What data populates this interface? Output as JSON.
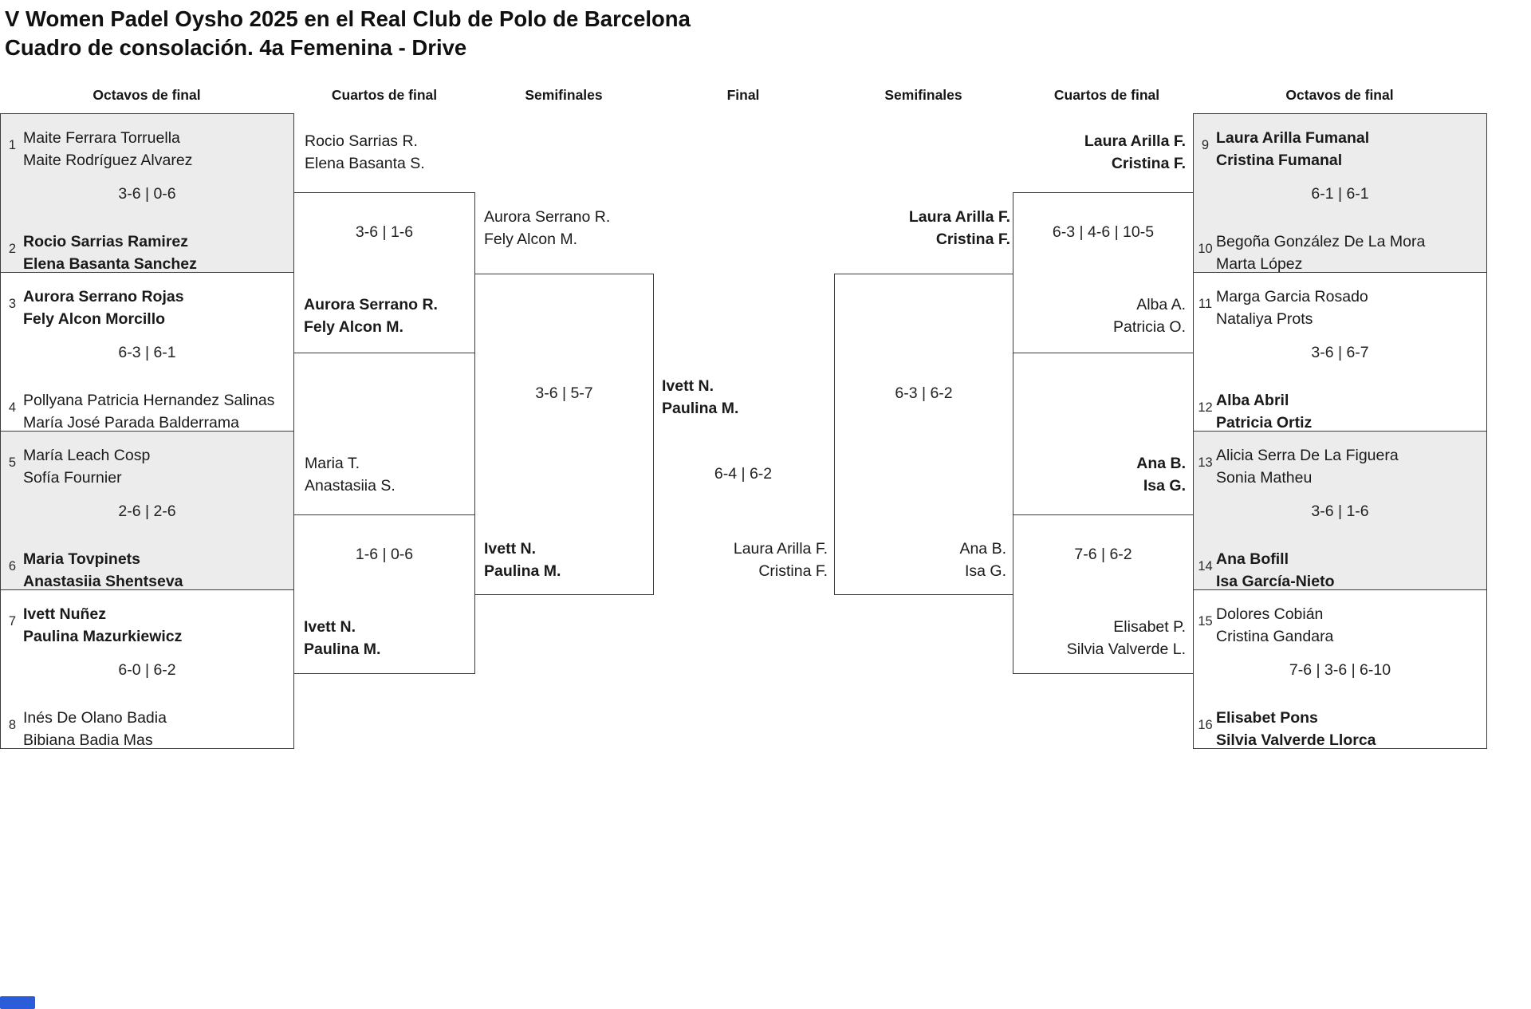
{
  "title": {
    "line1": "V Women Padel Oysho 2025 en el Real Club de Polo de Barcelona",
    "line2": "Cuadro de consolación. 4a Femenina - Drive"
  },
  "round_headers": [
    "Octavos de final",
    "Cuartos de final",
    "Semifinales",
    "Final",
    "Semifinales",
    "Cuartos de final",
    "Octavos de final"
  ],
  "colors": {
    "shaded_box": "#ececec",
    "border": "#3b3b3b",
    "status_stub": "#2b5cd9"
  },
  "bracket": {
    "r16_left": [
      {
        "seed_top": "1",
        "top": [
          "Maite Ferrara Torruella",
          "Maite Rodríguez Alvarez"
        ],
        "score": "3-6 | 0-6",
        "seed_bottom": "2",
        "bottom": [
          "Rocio Sarrias Ramirez",
          "Elena Basanta Sanchez"
        ]
      },
      {
        "seed_top": "3",
        "top": [
          "Aurora Serrano Rojas",
          "Fely Alcon Morcillo"
        ],
        "score": "6-3 | 6-1",
        "seed_bottom": "4",
        "bottom": [
          "Pollyana Patricia Hernandez Salinas",
          "María José Parada Balderrama"
        ]
      },
      {
        "seed_top": "5",
        "top": [
          "María Leach Cosp",
          "Sofía Fournier"
        ],
        "score": "2-6 | 2-6",
        "seed_bottom": "6",
        "bottom": [
          "Maria Tovpinets",
          "Anastasiia Shentseva"
        ]
      },
      {
        "seed_top": "7",
        "top": [
          "Ivett Nuñez",
          "Paulina Mazurkiewicz"
        ],
        "score": "6-0 | 6-2",
        "seed_bottom": "8",
        "bottom": [
          "Inés De Olano Badia",
          "Bibiana Badia Mas"
        ]
      }
    ],
    "r16_right": [
      {
        "seed_top": "9",
        "top": [
          "Laura Arilla Fumanal",
          "Cristina Fumanal"
        ],
        "score": "6-1 | 6-1",
        "seed_bottom": "10",
        "bottom": [
          "Begoña González De La Mora",
          "Marta López"
        ]
      },
      {
        "seed_top": "11",
        "top": [
          "Marga Garcia Rosado",
          "Nataliya Prots"
        ],
        "score": "3-6 | 6-7",
        "seed_bottom": "12",
        "bottom": [
          "Alba Abril",
          "Patricia Ortiz"
        ]
      },
      {
        "seed_top": "13",
        "top": [
          "Alicia Serra De La Figuera",
          "Sonia Matheu"
        ],
        "score": "3-6 | 1-6",
        "seed_bottom": "14",
        "bottom": [
          "Ana Bofill",
          "Isa García-Nieto"
        ]
      },
      {
        "seed_top": "15",
        "top": [
          "Dolores Cobián",
          "Cristina Gandara"
        ],
        "score": "7-6 | 3-6 | 6-10",
        "seed_bottom": "16",
        "bottom": [
          "Elisabet Pons",
          "Silvia Valverde Llorca"
        ]
      }
    ],
    "qf_left": [
      {
        "above": [
          "Rocio Sarrias R.",
          "Elena Basanta S."
        ],
        "score": "3-6 | 1-6",
        "below": [
          "Aurora Serrano R.",
          "Fely Alcon M."
        ]
      },
      {
        "above": [
          "Maria T.",
          "Anastasiia S."
        ],
        "score": "1-6 | 0-6",
        "below": [
          "Ivett N.",
          "Paulina M."
        ]
      }
    ],
    "qf_right": [
      {
        "above": [
          "Laura Arilla F.",
          "Cristina F."
        ],
        "score": "6-3 | 4-6 | 10-5",
        "below": [
          "Alba A.",
          "Patricia O."
        ]
      },
      {
        "above": [
          "Ana B.",
          "Isa G."
        ],
        "score": "7-6 | 6-2",
        "below": [
          "Elisabet P.",
          "Silvia Valverde L."
        ]
      }
    ],
    "sf_left": {
      "above": [
        "Aurora Serrano R.",
        "Fely Alcon M."
      ],
      "score": "3-6 | 5-7",
      "below": [
        "Ivett N.",
        "Paulina M."
      ]
    },
    "sf_right": {
      "above": [
        "Laura Arilla F.",
        "Cristina F."
      ],
      "score": "6-3 | 6-2",
      "below": [
        "Ana B.",
        "Isa G."
      ]
    },
    "final": {
      "winner": [
        "Ivett N.",
        "Paulina M."
      ],
      "score": "6-4 | 6-2",
      "runner_up": [
        "Laura Arilla F.",
        "Cristina F."
      ]
    }
  }
}
